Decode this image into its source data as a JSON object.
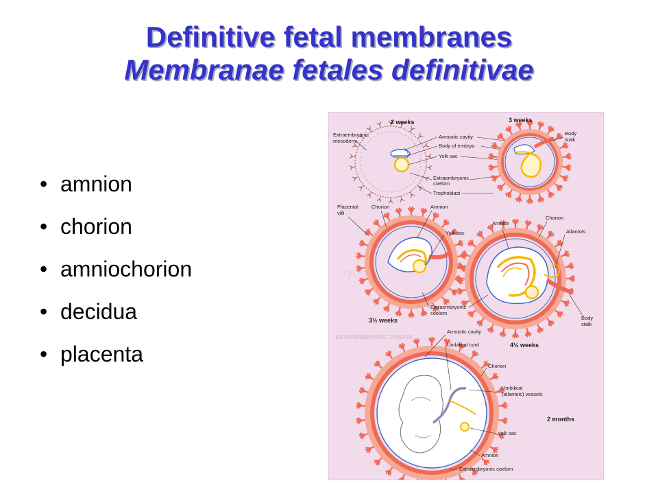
{
  "slide": {
    "title_line1": "Definitive fetal membranes",
    "title_line2": "Membranae fetales definitivae"
  },
  "bullets": [
    "amnion",
    "chorion",
    "amniochorion",
    "decidua",
    "placenta"
  ],
  "figure": {
    "stages": {
      "w2": "2 weeks",
      "w3": "3 weeks",
      "w3_5": "3½ weeks",
      "w4_5": "4½ weeks",
      "m2": "2 months"
    },
    "labels": {
      "extraembryonic_mesoderm_1": "Extraembryonic",
      "extraembryonic_mesoderm_2": "mesoderm",
      "amniotic_cavity": "Amniotic cavity",
      "body_of_embryo": "Body of embryo",
      "yolk_sac": "Yolk sac",
      "extraembryonic_coelom_1": "Extraembryonic",
      "extraembryonic_coelom_2": "coelom",
      "trophoblast": "Trophoblast",
      "body_stalk_1": "Body",
      "body_stalk_2": "stalk",
      "placental_villi_1": "Placental",
      "placental_villi_2": "villi",
      "chorion": "Chorion",
      "amnion": "Amnion",
      "yolk_sac_b": "Yolk sac",
      "amnion_c": "Amnion",
      "chorion_c": "Chorion",
      "allantois": "Allantois",
      "extraembryonic_coelom_b1": "Extraembryonic",
      "extraembryonic_coelom_b2": "coelom",
      "body_stalk_b1": "Body",
      "body_stalk_b2": "stalk",
      "amniotic_cavity_d": "Amniotic cavity",
      "umbilical_cord": "Umbilical cord",
      "chorion_d": "Chorion",
      "umbilical_vessels_1": "Umbilical",
      "umbilical_vessels_2": "(allantoic) vessels",
      "yolk_sac_d": "Yolk sac",
      "amnion_d": "Amnion",
      "extraembryonic_coelom_d": "Extraembryonic coelom"
    },
    "colors": {
      "trophoblast": "#ee6a55",
      "trophoblast_light": "#f6a996",
      "background": "#f2dceb",
      "amnion": "#3a66c8",
      "yolk": "#f5b800",
      "embryo": "#f3ead0"
    }
  }
}
